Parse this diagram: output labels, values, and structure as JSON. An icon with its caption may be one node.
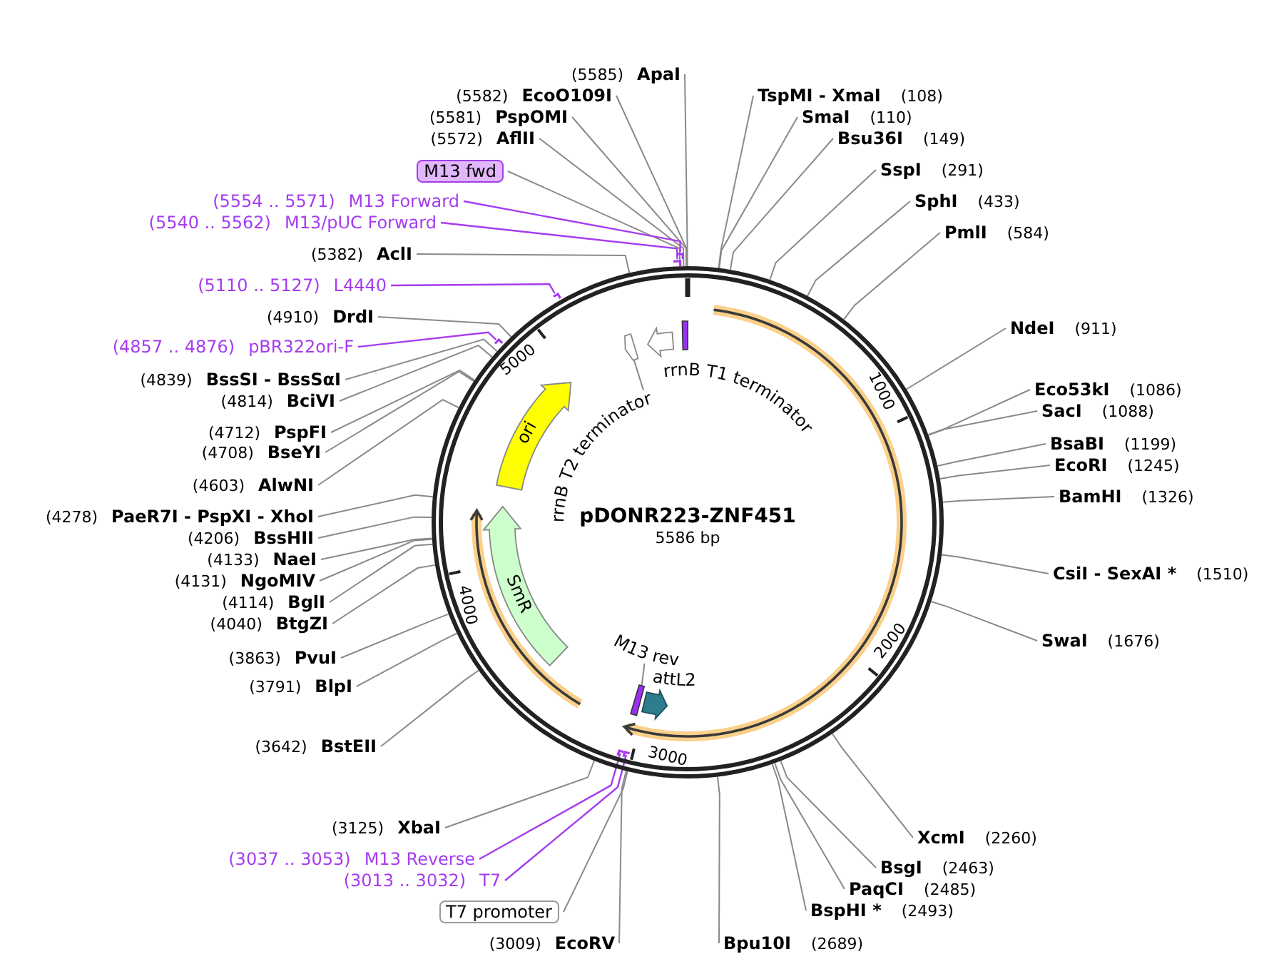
{
  "diagram": {
    "nodes": [
      {
        "text": [
          "pDONR223-ZNF451",
          "5586 bp"
        ]
      },
      {
        "text": [
          "rrnB T2 terminator"
        ],
        "in": 0
      },
      {
        "text": [],
        "shape": "arrow",
        "in": 0
      },
      {
        "text": [],
        "shape": "arrow",
        "in": 0
      },
      {
        "text": [
          "rrnB T1 terminator"
        ],
        "in": 0
      },
      {
        "text": [
          "ori"
        ],
        "in": 0
      },
      {
        "text": [
          "SmR"
        ],
        "in": 0
      },
      {
        "text": [
          "M13 rev"
        ],
        "in": 0
      },
      {
        "text": [],
        "shape": "bar",
        "in": 0
      },
      {
        "text": [
          "attL2"
        ],
        "in": 0
      },
      {
        "text": [],
        "shape": "bar"
      },
      {
        "text": [],
        "shape": "bar"
      },
      {
        "text": [],
        "shape": "bar"
      },
      {
        "text": [],
        "shape": "bar"
      },
      {
        "text": [],
        "shape": "bar",
        "in": 0
      },
      {
        "text": [],
        "shape": "bar",
        "in": 0
      },
      {
        "text": [
          "(5585)",
          "ApaI"
        ]
      },
      {
        "text": [
          "(5582)",
          "EcoO109I"
        ]
      },
      {
        "text": [
          "(5581)",
          "PspOMI"
        ]
      },
      {
        "text": [
          "(5572)",
          "AflII"
        ]
      },
      {
        "text": [
          "M13 fwd"
        ]
      },
      {
        "text": [
          "(5554 .. 5571)",
          "M13 Forward"
        ]
      },
      {
        "text": [
          "(5540 .. 5562)",
          "M13/pUC Forward"
        ]
      },
      {
        "text": [
          "(5382)",
          "AclI"
        ]
      },
      {
        "text": [
          "(5110 .. 5127)",
          "L4440"
        ]
      },
      {
        "text": [
          "(4910)",
          "DrdI"
        ]
      },
      {
        "text": [
          "(4857 .. 4876)",
          "pBR322ori-F"
        ]
      },
      {
        "text": [
          "(4839)",
          "BssSI - BssSαI"
        ]
      },
      {
        "text": [
          "(4814)",
          "BciVI"
        ]
      },
      {
        "text": [
          "(4712)",
          "PspFI"
        ]
      },
      {
        "text": [
          "(4708)",
          "BseYI"
        ]
      },
      {
        "text": [
          "(4603)",
          "AlwNI"
        ]
      },
      {
        "text": [
          "(4278)",
          "PaeR7I - PspXI - XhoI"
        ]
      },
      {
        "text": [
          "(4206)",
          "BssHII"
        ]
      },
      {
        "text": [
          "(4133)",
          "NaeI"
        ]
      },
      {
        "text": [
          "(4131)",
          "NgoMIV"
        ]
      },
      {
        "text": [
          "(4114)",
          "BglI"
        ]
      },
      {
        "text": [
          "(4040)",
          "BtgZI"
        ]
      },
      {
        "text": [
          "(3863)",
          "PvuI"
        ]
      },
      {
        "text": [
          "(3791)",
          "BlpI"
        ]
      },
      {
        "text": [
          "(3642)",
          "BstEII"
        ]
      },
      {
        "text": [
          "(3125)",
          "XbaI"
        ]
      },
      {
        "text": [
          "(3037 .. 3053)",
          "M13 Reverse"
        ]
      },
      {
        "text": [
          "(3013 .. 3032)",
          "T7"
        ]
      },
      {
        "text": [
          "T7 promoter"
        ]
      },
      {
        "text": [
          "(3009)",
          "EcoRV"
        ]
      },
      {
        "text": [
          "TspMI - XmaI",
          "(108)"
        ]
      },
      {
        "text": [
          "SmaI",
          "(110)"
        ]
      },
      {
        "text": [
          "Bsu36I",
          "(149)"
        ]
      },
      {
        "text": [
          "SspI",
          "(291)"
        ]
      },
      {
        "text": [
          "SphI",
          "(433)"
        ]
      },
      {
        "text": [
          "PmlI",
          "(584)"
        ]
      },
      {
        "text": [
          "NdeI",
          "(911)"
        ]
      },
      {
        "text": [
          "Eco53kI",
          "(1086)"
        ]
      },
      {
        "text": [
          "SacI",
          "(1088)"
        ]
      },
      {
        "text": [
          "BsaBI",
          "(1199)"
        ]
      },
      {
        "text": [
          "EcoRI",
          "(1245)"
        ]
      },
      {
        "text": [
          "BamHI",
          "(1326)"
        ]
      },
      {
        "text": [
          "CsiI - SexAI *",
          "(1510)"
        ]
      },
      {
        "text": [
          "SwaI",
          "(1676)"
        ]
      },
      {
        "text": [
          "XcmI",
          "(2260)"
        ]
      },
      {
        "text": [
          "BsgI",
          "(2463)"
        ]
      },
      {
        "text": [
          "PaqCI",
          "(2485)"
        ]
      },
      {
        "text": [
          "BspHI *",
          "(2493)"
        ]
      },
      {
        "text": [
          "Bpu10I",
          "(2689)"
        ]
      }
    ],
    "edges": [
      {
        "from": 1,
        "to": 2,
        "arrow": "none"
      },
      {
        "from": 7,
        "to": 8,
        "arrow": "none"
      },
      {
        "from": 16,
        "to": 0,
        "arrow": "none"
      },
      {
        "from": 17,
        "to": 0,
        "arrow": "none"
      },
      {
        "from": 18,
        "to": 0,
        "arrow": "none"
      },
      {
        "from": 19,
        "to": 0,
        "arrow": "none"
      },
      {
        "from": 20,
        "to": 0,
        "arrow": "none"
      },
      {
        "from": 21,
        "to": 10,
        "arrow": "none",
        "color": "#a53cf0"
      },
      {
        "from": 22,
        "to": 11,
        "arrow": "none",
        "color": "#a53cf0"
      },
      {
        "from": 23,
        "to": 0,
        "arrow": "none"
      },
      {
        "from": 24,
        "to": 12,
        "arrow": "none",
        "color": "#a53cf0"
      },
      {
        "from": 25,
        "to": 0,
        "arrow": "none"
      },
      {
        "from": 26,
        "to": 13,
        "arrow": "none",
        "color": "#a53cf0"
      },
      {
        "from": 27,
        "to": 0,
        "arrow": "none"
      },
      {
        "from": 28,
        "to": 0,
        "arrow": "none"
      },
      {
        "from": 29,
        "to": 0,
        "arrow": "none"
      },
      {
        "from": 30,
        "to": 0,
        "arrow": "none"
      },
      {
        "from": 31,
        "to": 0,
        "arrow": "none"
      },
      {
        "from": 32,
        "to": 0,
        "arrow": "none"
      },
      {
        "from": 33,
        "to": 0,
        "arrow": "none"
      },
      {
        "from": 34,
        "to": 0,
        "arrow": "none"
      },
      {
        "from": 35,
        "to": 0,
        "arrow": "none"
      },
      {
        "from": 36,
        "to": 0,
        "arrow": "none"
      },
      {
        "from": 37,
        "to": 0,
        "arrow": "none"
      },
      {
        "from": 38,
        "to": 0,
        "arrow": "none"
      },
      {
        "from": 39,
        "to": 0,
        "arrow": "none"
      },
      {
        "from": 40,
        "to": 0,
        "arrow": "none"
      },
      {
        "from": 41,
        "to": 0,
        "arrow": "none"
      },
      {
        "from": 42,
        "to": 14,
        "arrow": "none",
        "color": "#a53cf0"
      },
      {
        "from": 43,
        "to": 15,
        "arrow": "none",
        "color": "#a53cf0"
      },
      {
        "from": 44,
        "to": 0,
        "arrow": "none"
      },
      {
        "from": 45,
        "to": 0,
        "arrow": "none"
      },
      {
        "from": 46,
        "to": 0,
        "arrow": "none"
      },
      {
        "from": 47,
        "to": 0,
        "arrow": "none"
      },
      {
        "from": 48,
        "to": 0,
        "arrow": "none"
      },
      {
        "from": 49,
        "to": 0,
        "arrow": "none"
      },
      {
        "from": 50,
        "to": 0,
        "arrow": "none"
      },
      {
        "from": 51,
        "to": 0,
        "arrow": "none"
      },
      {
        "from": 52,
        "to": 0,
        "arrow": "none"
      },
      {
        "from": 53,
        "to": 0,
        "arrow": "none"
      },
      {
        "from": 54,
        "to": 0,
        "arrow": "none"
      },
      {
        "from": 55,
        "to": 0,
        "arrow": "none"
      },
      {
        "from": 56,
        "to": 0,
        "arrow": "none"
      },
      {
        "from": 57,
        "to": 0,
        "arrow": "none"
      },
      {
        "from": 58,
        "to": 0,
        "arrow": "none"
      },
      {
        "from": 59,
        "to": 0,
        "arrow": "none"
      },
      {
        "from": 60,
        "to": 0,
        "arrow": "none"
      },
      {
        "from": 61,
        "to": 0,
        "arrow": "none"
      },
      {
        "from": 62,
        "to": 0,
        "arrow": "none"
      },
      {
        "from": 63,
        "to": 0,
        "arrow": "none"
      },
      {
        "from": 64,
        "to": 0,
        "arrow": "none"
      }
    ],
    "labels": [
      "1000",
      "2000",
      "3000",
      "4000",
      "5000"
    ]
  }
}
